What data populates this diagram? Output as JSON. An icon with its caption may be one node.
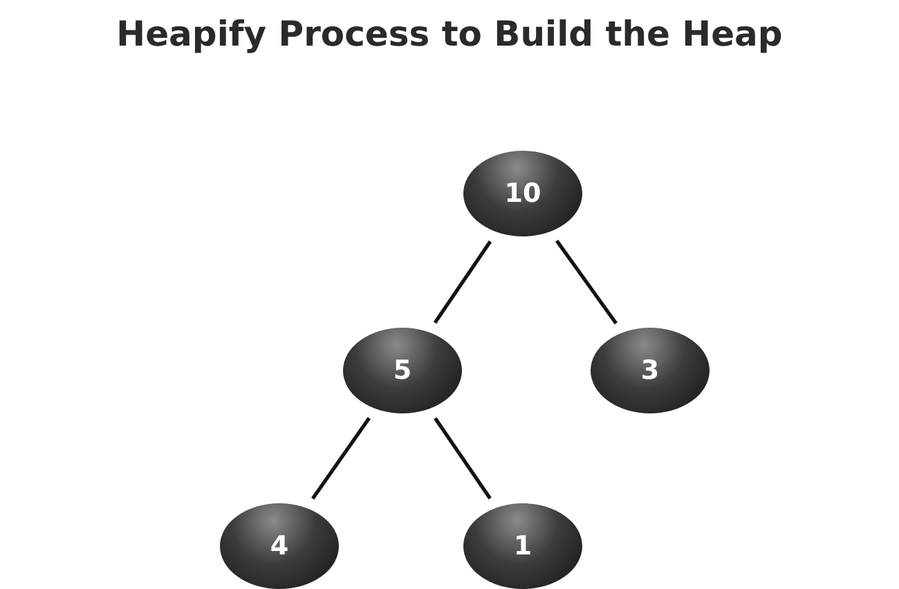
{
  "diagram": {
    "title": "Heapify Process to Build the Heap",
    "nodes": [
      {
        "text": [
          "10"
        ]
      },
      {
        "text": [
          "5"
        ]
      },
      {
        "text": [
          "3"
        ]
      },
      {
        "text": [
          "4"
        ]
      },
      {
        "text": [
          "1"
        ]
      }
    ],
    "edges": [
      {
        "from": 0,
        "to": 1,
        "arrow": "none"
      },
      {
        "from": 0,
        "to": 2,
        "arrow": "none"
      },
      {
        "from": 1,
        "to": 3,
        "arrow": "none"
      },
      {
        "from": 1,
        "to": 4,
        "arrow": "none"
      }
    ]
  }
}
